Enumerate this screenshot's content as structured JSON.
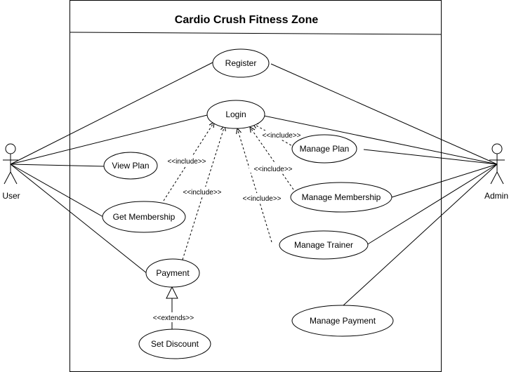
{
  "system": {
    "title": "Cardio Crush Fitness Zone"
  },
  "actors": {
    "user": "User",
    "admin": "Admin"
  },
  "use_cases": {
    "register": "Register",
    "login": "Login",
    "view_plan": "View Plan",
    "get_membership": "Get Membership",
    "payment": "Payment",
    "set_discount": "Set Discount",
    "manage_plan": "Manage Plan",
    "manage_membership": "Manage Membership",
    "manage_trainer": "Manage Trainer",
    "manage_payment": "Manage Payment"
  },
  "relations": {
    "include": "<<include>>",
    "extends": "<<extends>>"
  }
}
